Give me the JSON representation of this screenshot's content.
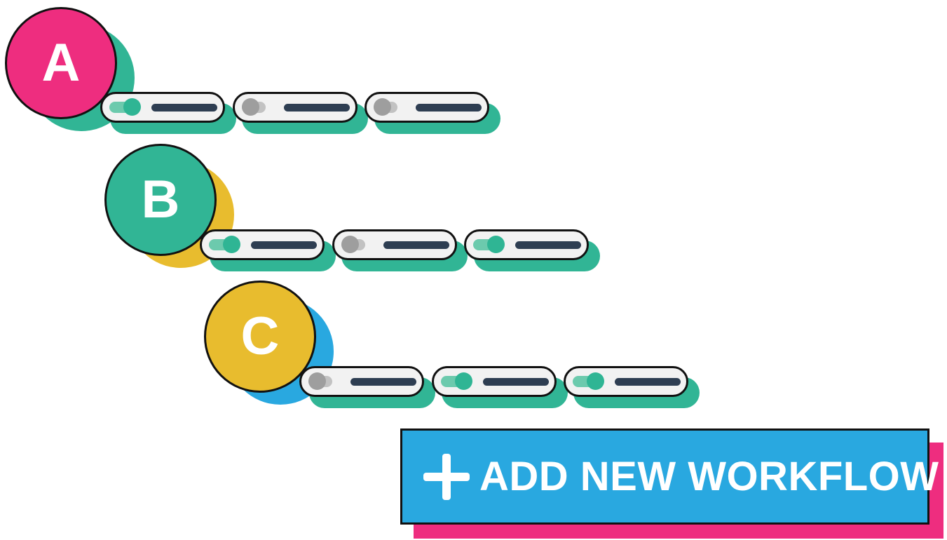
{
  "colors": {
    "pink": "#ee2d7f",
    "teal": "#31b595",
    "yellow": "#e8bc2e",
    "blue": "#29a8e0",
    "outline": "#111111",
    "pill_bg": "#f2f2f2",
    "bar": "#2e3e52"
  },
  "rows": [
    {
      "letter": "A",
      "circle_color": "#ee2d7f",
      "shadow_color": "#31b595",
      "toggles": [
        {
          "state": "on"
        },
        {
          "state": "off"
        },
        {
          "state": "off"
        }
      ]
    },
    {
      "letter": "B",
      "circle_color": "#31b595",
      "shadow_color": "#e8bc2e",
      "toggles": [
        {
          "state": "on"
        },
        {
          "state": "off"
        },
        {
          "state": "on"
        }
      ]
    },
    {
      "letter": "C",
      "circle_color": "#e8bc2e",
      "shadow_color": "#29a8e0",
      "toggles": [
        {
          "state": "off"
        },
        {
          "state": "on"
        },
        {
          "state": "on"
        }
      ]
    }
  ],
  "cta": {
    "label": "ADD NEW WORKFLOW",
    "icon": "plus-icon",
    "bg_color": "#29a8e0",
    "shadow_color": "#ee2d7f"
  }
}
